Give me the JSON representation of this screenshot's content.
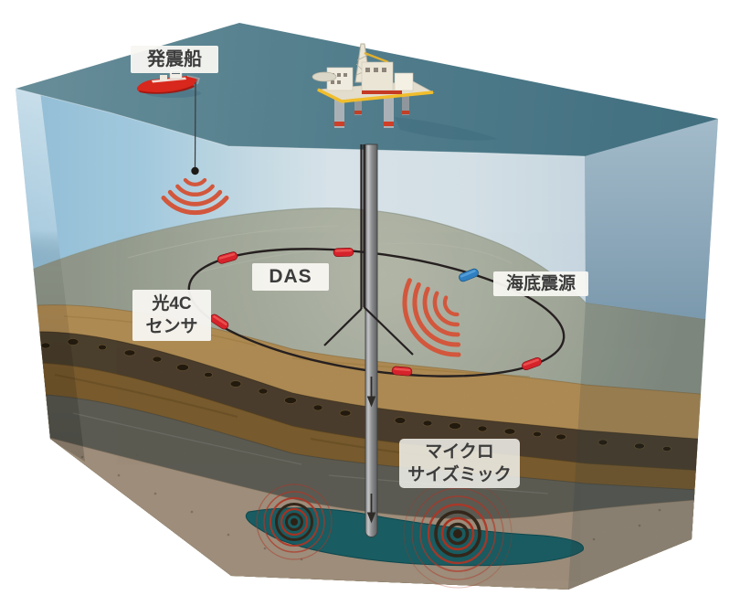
{
  "scene": {
    "labels": {
      "source_vessel": {
        "text": "発震船"
      },
      "das": {
        "text": "DAS"
      },
      "optical_4c_sensor": {
        "line1": "光4C",
        "line2": "センサ"
      },
      "seafloor_source": {
        "text": "海底震源"
      },
      "microseismic": {
        "line1": "マイクロ",
        "line2": "サイズミック"
      }
    },
    "colors": {
      "sea_surface": "#5d8fa0",
      "water_column": "#cfe8f4",
      "reservoir_teal": "#1e6a70",
      "fiber_sensor_red": "#d6232b",
      "seafloor_source_blue": "#2f7fc1",
      "acoustic_wave_orange": "#d2573c",
      "microseismic_event_red": "#b03425",
      "cable_black": "#262020"
    },
    "counts": {
      "red_fiber_sensors": 5,
      "blue_seafloor_sources": 1,
      "microseismic_events": 2,
      "survey_vessels": 1,
      "offshore_platforms": 1
    }
  }
}
